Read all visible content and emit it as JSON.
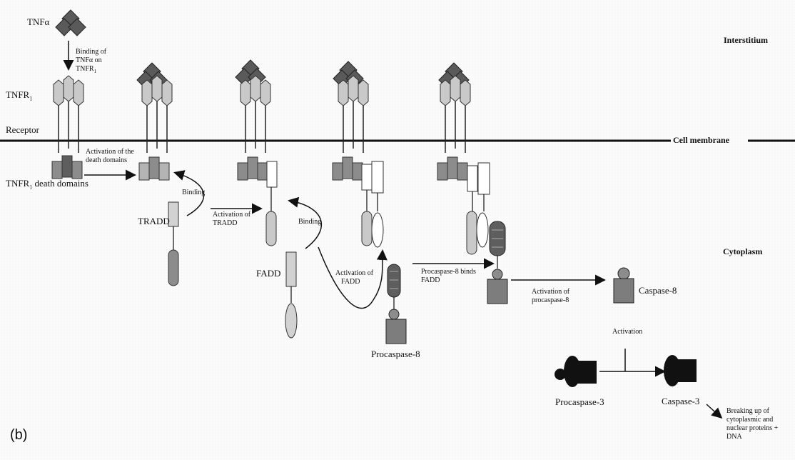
{
  "regions": {
    "interstitium": "Interstitium",
    "receptor": "Receptor",
    "cell_membrane": "Cell membrane",
    "cytoplasm": "Cytoplasm"
  },
  "ligand": {
    "label": "TNFα"
  },
  "receptor": {
    "label_main": "TNFR",
    "label_sub": "1",
    "death_domains_main": "TNFR",
    "death_domains_sub": "1",
    "death_domains_suffix": " death domains"
  },
  "steps": {
    "binding_line1": "Binding of",
    "binding_line2": "TNFα on",
    "binding_line3_main": "TNFR",
    "binding_line3_sub": "1",
    "activation_death_line1": "Activation of the",
    "activation_death_line2": "death domains",
    "binding_tradd": "Binding",
    "activation_tradd_line1": "Activation of",
    "activation_tradd_line2": "TRADD",
    "binding_fadd": "Binding",
    "activation_fadd_line1": "Activation of",
    "activation_fadd_line2": "FADD",
    "procaspase8_binds_line1": "Procaspase-8 binds",
    "procaspase8_binds_line2": "FADD",
    "activation_procaspase8_line1": "Activation of",
    "activation_procaspase8_line2": "procaspase-8",
    "activation": "Activation",
    "breakdown_line1": "Breaking up of",
    "breakdown_line2": "cytoplasmic and",
    "breakdown_line3": "nuclear proteins +",
    "breakdown_line4": "DNA"
  },
  "molecules": {
    "tradd": "TRADD",
    "fadd": "FADD",
    "procaspase8": "Procaspase-8",
    "caspase8": "Caspase-8",
    "procaspase3": "Procaspase-3",
    "caspase3": "Caspase-3"
  },
  "panel_label": "(b)",
  "colors": {
    "tnf_dark": "#5a5a5a",
    "receptor_light": "#c9c9c9",
    "death_domain": "#8c8c8c",
    "tradd_fill": "#d2d2d2",
    "caspase_fill": "#7d7d7d",
    "black": "#111111"
  }
}
